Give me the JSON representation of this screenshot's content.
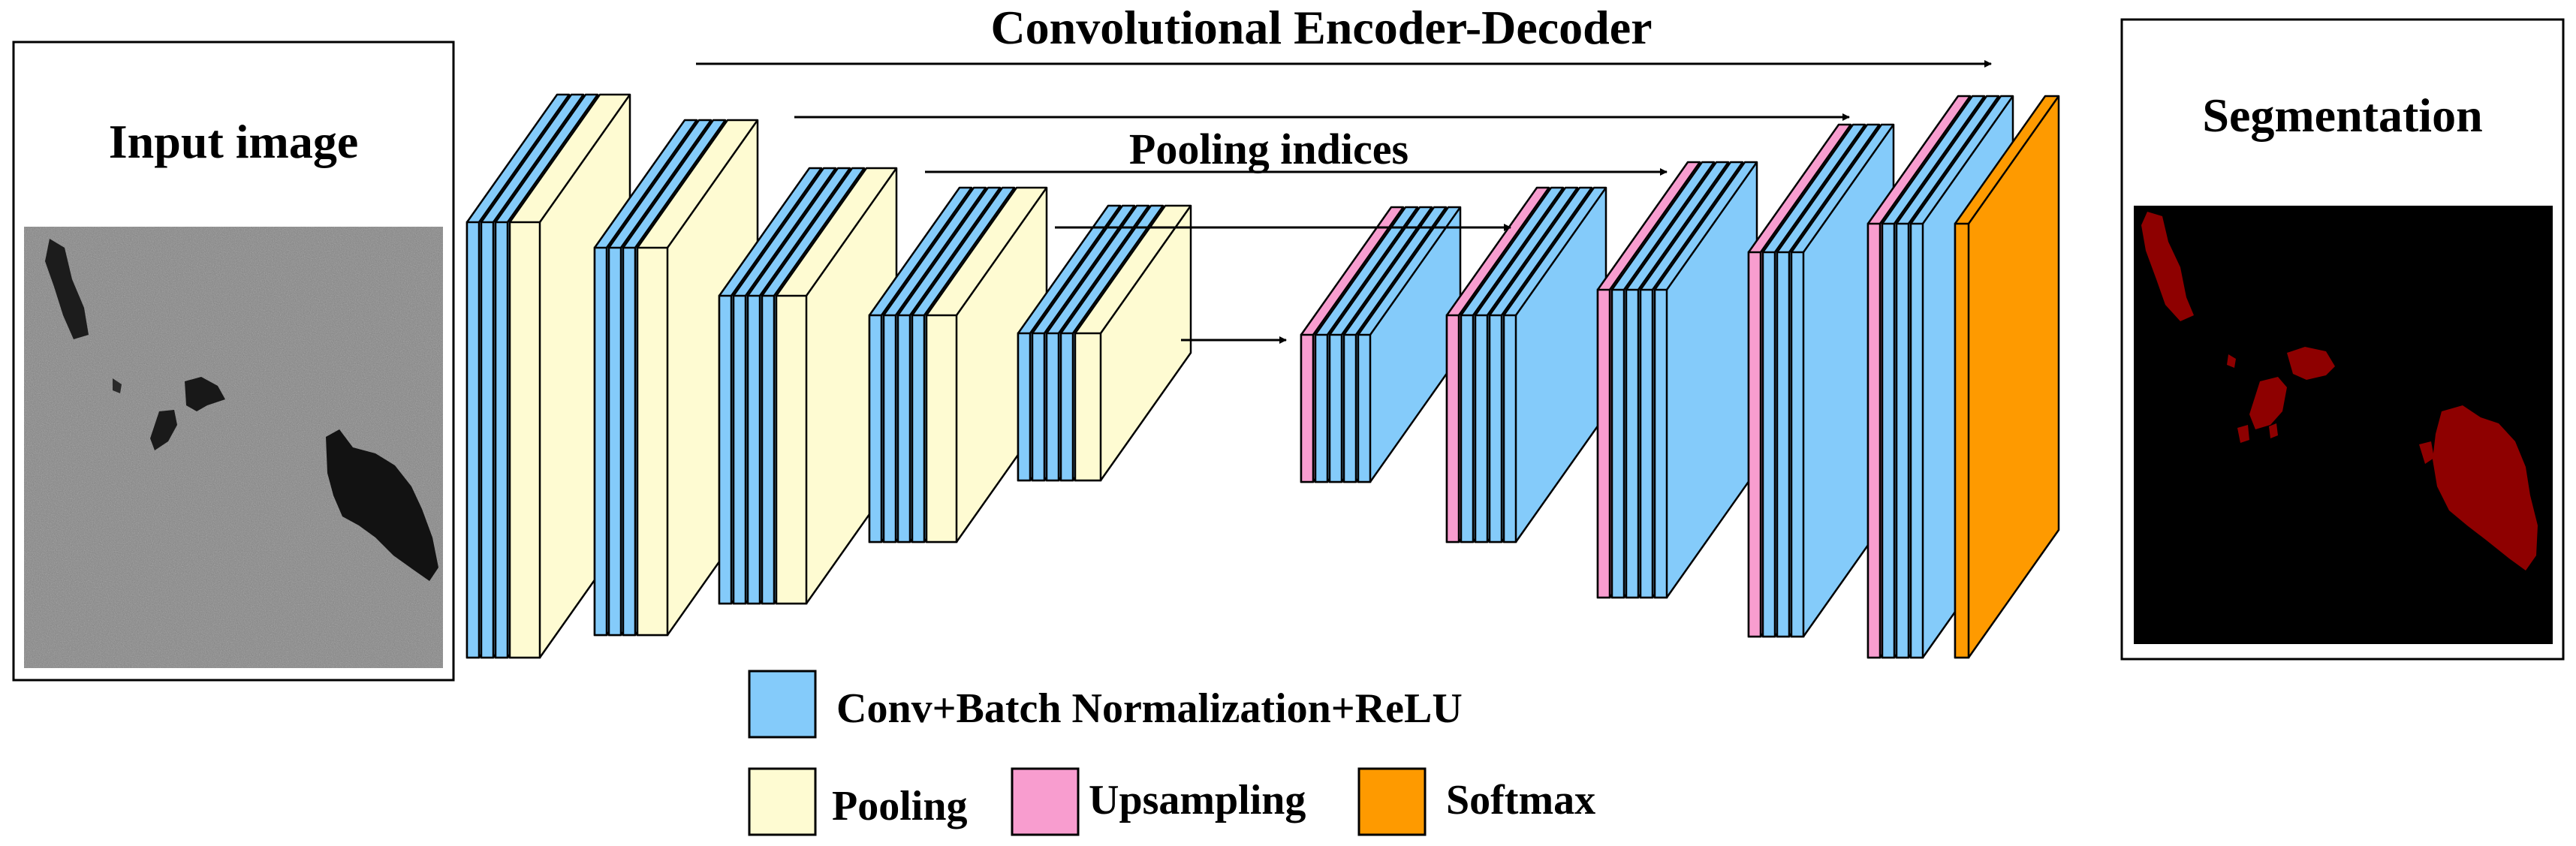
{
  "title": "Convolutional Encoder-Decoder",
  "skip_label": "Pooling indices",
  "input_panel": {
    "label": "Input image"
  },
  "output_panel": {
    "label": "Segmentation"
  },
  "legend": {
    "conv": "Conv+Batch Normalization+ReLU",
    "pool": "Pooling",
    "up": "Upsampling",
    "softmax": "Softmax"
  },
  "colors": {
    "conv": "#84cbfa",
    "pool": "#fefbd2",
    "up": "#f89dcf",
    "softmax": "#fe9a00",
    "mask": "#8e0000",
    "sar_background": "#8a8a8a"
  },
  "encoder": [
    {
      "stage": 1,
      "layers": [
        "conv",
        "conv",
        "conv",
        "pool"
      ]
    },
    {
      "stage": 2,
      "layers": [
        "conv",
        "conv",
        "conv",
        "pool"
      ]
    },
    {
      "stage": 3,
      "layers": [
        "conv",
        "conv",
        "conv",
        "conv",
        "pool"
      ]
    },
    {
      "stage": 4,
      "layers": [
        "conv",
        "conv",
        "conv",
        "conv",
        "pool"
      ]
    },
    {
      "stage": 5,
      "layers": [
        "conv",
        "conv",
        "conv",
        "conv",
        "pool"
      ]
    }
  ],
  "decoder": [
    {
      "stage": 1,
      "layers": [
        "up",
        "conv",
        "conv",
        "conv",
        "conv"
      ]
    },
    {
      "stage": 2,
      "layers": [
        "up",
        "conv",
        "conv",
        "conv",
        "conv"
      ]
    },
    {
      "stage": 3,
      "layers": [
        "up",
        "conv",
        "conv",
        "conv",
        "conv"
      ]
    },
    {
      "stage": 4,
      "layers": [
        "up",
        "conv",
        "conv",
        "conv"
      ]
    },
    {
      "stage": 5,
      "layers": [
        "up",
        "conv",
        "conv",
        "conv"
      ]
    }
  ],
  "output_layer": "softmax"
}
